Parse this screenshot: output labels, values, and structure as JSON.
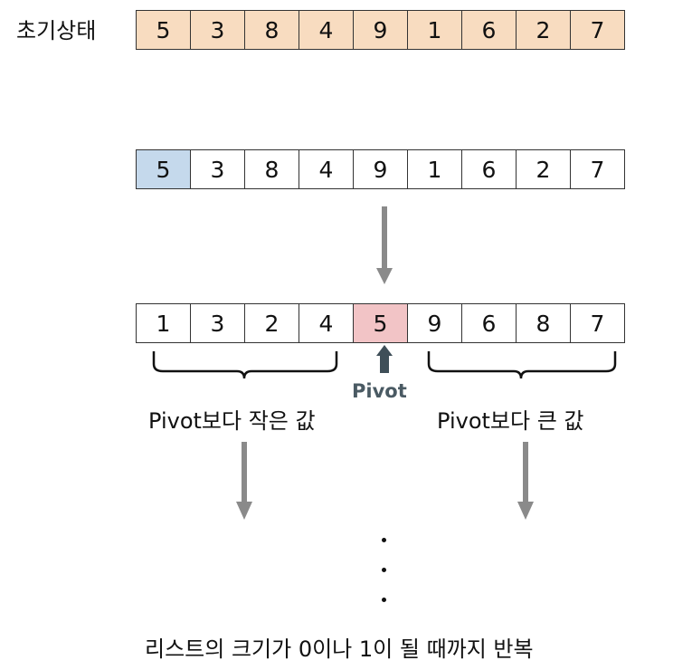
{
  "initial_label": "초기상태",
  "initial_values": [
    "5",
    "3",
    "8",
    "4",
    "9",
    "1",
    "6",
    "2",
    "7"
  ],
  "step1_values": [
    "5",
    "3",
    "8",
    "4",
    "9",
    "1",
    "6",
    "2",
    "7"
  ],
  "step2_values": [
    "1",
    "3",
    "2",
    "4",
    "5",
    "9",
    "6",
    "8",
    "7"
  ],
  "pivot_label": "Pivot",
  "left_group_label": "Pivot보다 작은 값",
  "right_group_label": "Pivot보다 큰 값",
  "footer_text": "리스트의 크기가 0이나 1이 될 때까지 반복",
  "colors": {
    "initial_fill": "#f8dcc0",
    "pivot_start_fill": "#c5d9ec",
    "pivot_mid_fill": "#f2c4c6",
    "arrow_gray": "#8a8a8a",
    "pivot_arrow": "#3f4f58",
    "pivot_text": "#4a5a63"
  }
}
